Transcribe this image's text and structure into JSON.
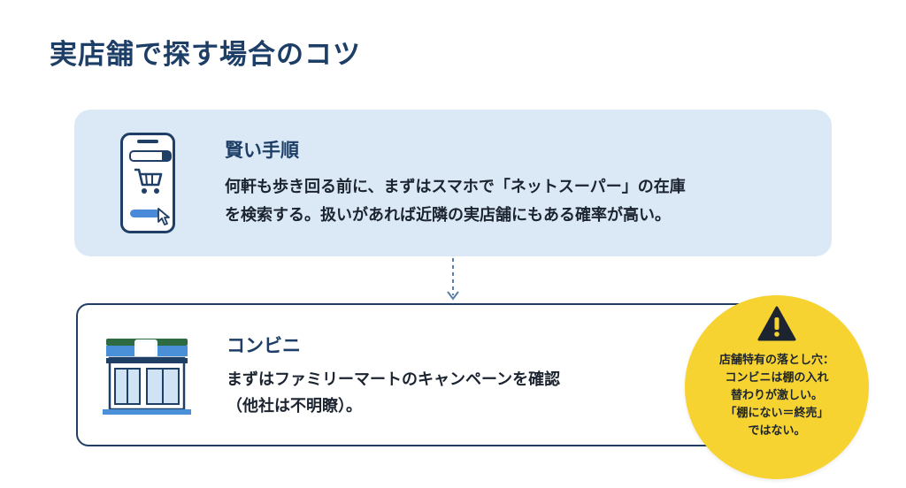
{
  "title": "実店舗で探す場合のコツ",
  "top_card": {
    "heading": "賢い手順",
    "body_lines": [
      "何軒も歩き回る前に、まずはスマホで「ネットスーパー」の在庫",
      "を検索する。扱いがあれば近隣の実店舗にもある確率が高い。"
    ],
    "icon": "smartphone-shopping-icon"
  },
  "bottom_card": {
    "heading": "コンビニ",
    "body_lines": [
      "まずはファミリーマートのキャンペーンを確認",
      "（他社は不明瞭）。"
    ],
    "icon": "convenience-store-icon"
  },
  "warning": {
    "icon": "warning-triangle-icon",
    "lines": [
      "店舗特有の落とし穴：",
      "コンビニは棚の入れ",
      "替わりが激しい。",
      "「棚にない＝終売」",
      "ではない。"
    ]
  },
  "colors": {
    "title": "#1d3e66",
    "card_fill": "#dbe9f7",
    "border": "#1f3f66",
    "warning_fill": "#f7d331"
  }
}
